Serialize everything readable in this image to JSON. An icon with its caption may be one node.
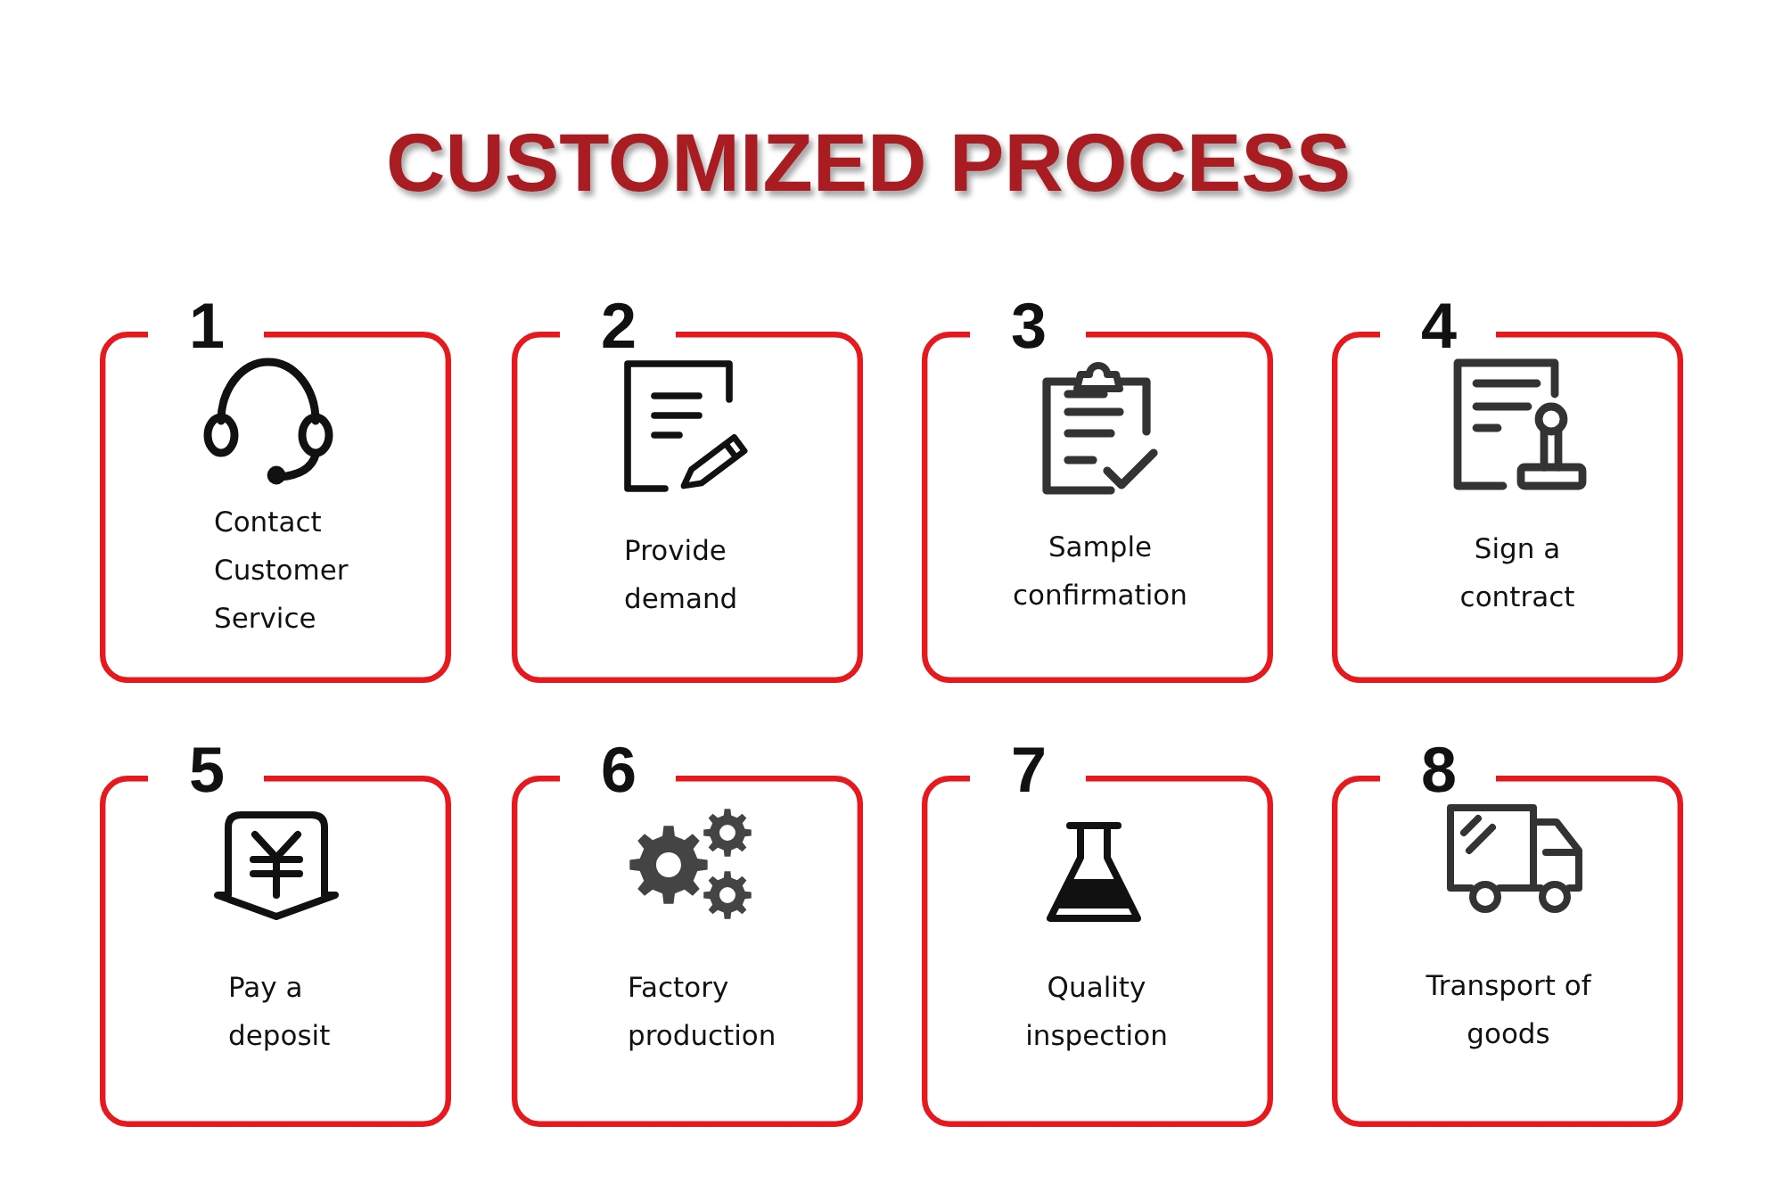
{
  "diagram": {
    "title": "CUSTOMIZED PROCESS",
    "nodes": [
      {
        "text": [
          "1",
          "Contact Customer Service"
        ]
      },
      {
        "text": [
          "2",
          "Provide demand"
        ]
      },
      {
        "text": [
          "3",
          "Sample confirmation"
        ]
      },
      {
        "text": [
          "4",
          "Sign a contract"
        ]
      },
      {
        "text": [
          "5",
          "Pay a deposit"
        ]
      },
      {
        "text": [
          "6",
          "Factory production"
        ]
      },
      {
        "text": [
          "7",
          "Quality inspection"
        ]
      },
      {
        "text": [
          "8",
          "Transport of goods"
        ]
      }
    ]
  }
}
